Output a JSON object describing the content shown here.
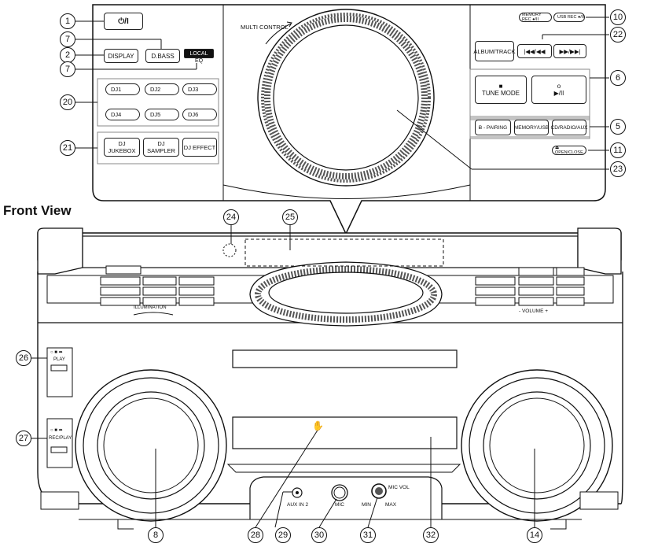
{
  "title": "Front View",
  "panel": {
    "power": "⏻/I",
    "display": "DISPLAY",
    "dbass": "D.BASS",
    "local": "LOCAL",
    "eq": "EQ",
    "dj_pads": [
      "DJ1",
      "DJ2",
      "DJ3",
      "DJ4",
      "DJ5",
      "DJ6"
    ],
    "dj_jukebox": "DJ JUKEBOX",
    "dj_sampler": "DJ SAMPLER",
    "dj_effect": "DJ EFFECT",
    "multi_control": "MULTI CONTROL",
    "memory_rec": "MEMORY REC ●/II",
    "usb_rec": "USB REC ●/II",
    "album_track": "ALBUM/TRACK",
    "prev": "|◀◀/◀◀",
    "next": "▶▶/▶▶|",
    "stop": "■",
    "tune_mode": "TUNE MODE",
    "play_dot": "o",
    "play_pause": "▶/II",
    "pairing": "Ƀ - PAIRING",
    "memory_usb": "MEMORY/USB",
    "cd_radio_aux": "CD/RADIO/AUX",
    "open_close": "⏏ OPEN/CLOSE"
  },
  "device": {
    "illumination": "ILLUMINATION",
    "volume": "- VOLUME +",
    "usb1_icons": "○ ■ ⬌",
    "play": "PLAY",
    "usb2_icons": "○ ■ ⬌",
    "rec_play": "REC/PLAY",
    "aux_in2": "AUX IN 2",
    "mic": "MIC",
    "mic_vol": "MIC VOL",
    "min": "MIN",
    "max": "MAX",
    "hand": "✋"
  },
  "callouts": {
    "c1": "1",
    "c7a": "7",
    "c2": "2",
    "c7b": "7",
    "c20": "20",
    "c21": "21",
    "c10": "10",
    "c22": "22",
    "c6": "6",
    "c5": "5",
    "c11": "11",
    "c23": "23",
    "c24": "24",
    "c25": "25",
    "c26": "26",
    "c27": "27",
    "c8": "8",
    "c28": "28",
    "c29": "29",
    "c30": "30",
    "c31": "31",
    "c32": "32",
    "c14": "14"
  }
}
